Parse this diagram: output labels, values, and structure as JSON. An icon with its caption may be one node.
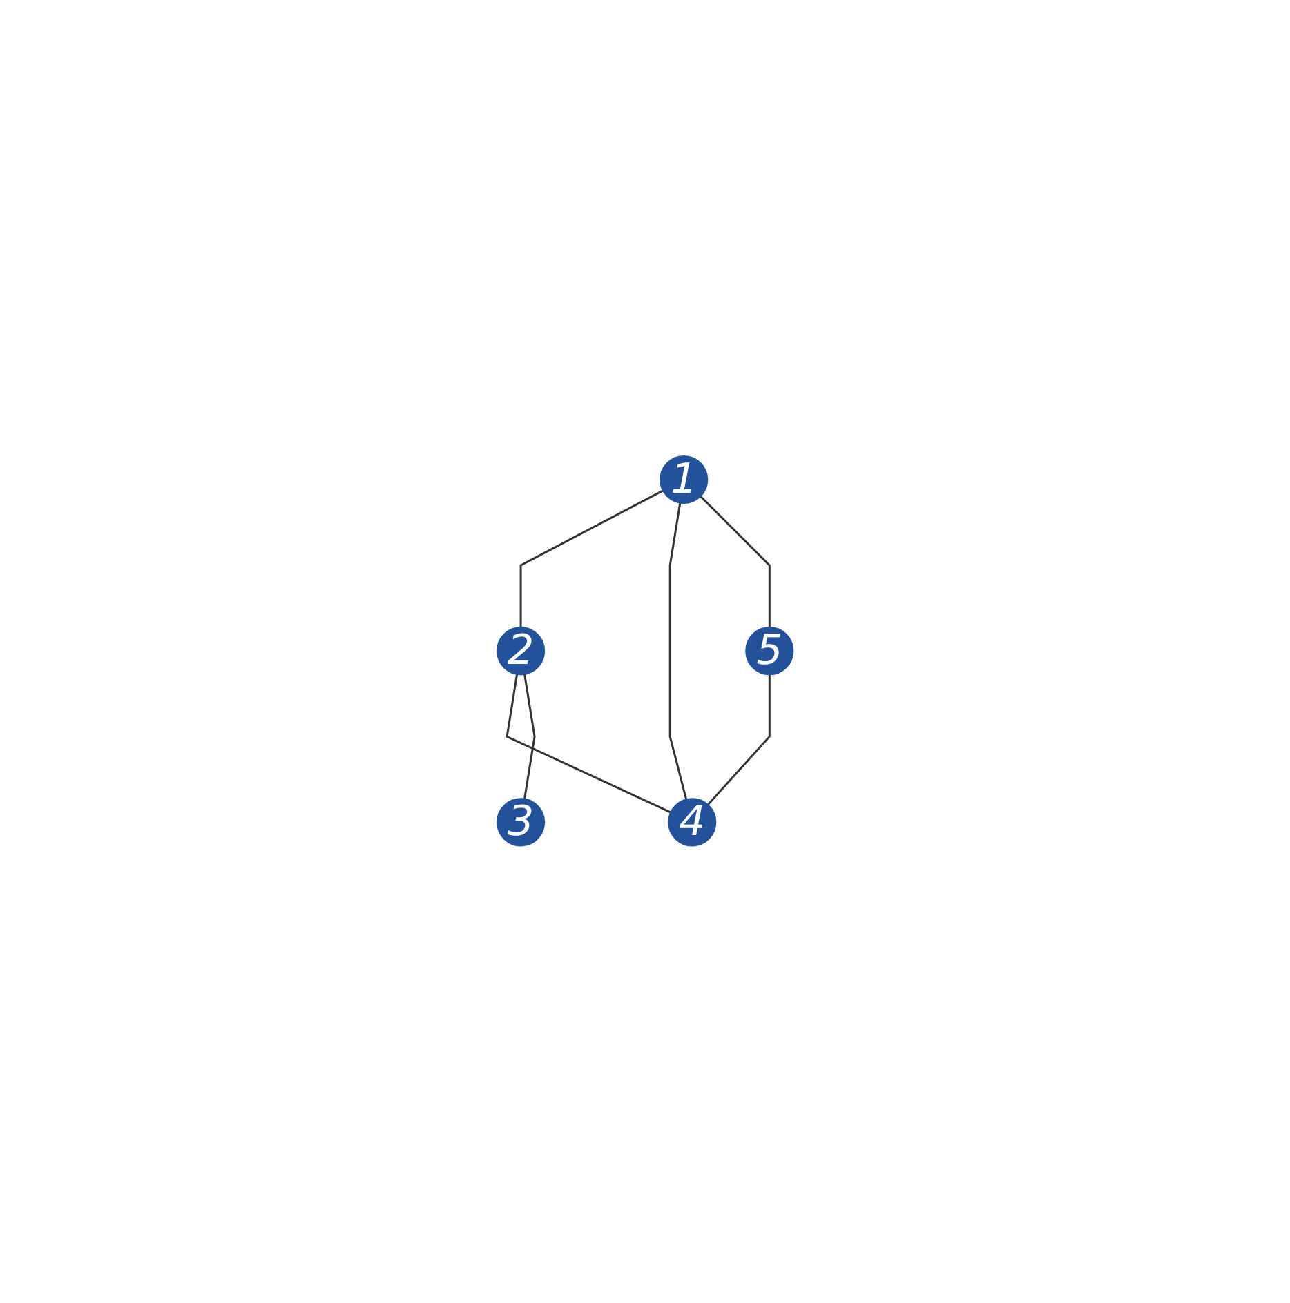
{
  "diagram": {
    "nodes": [
      {
        "text": [
          "2"
        ]
      },
      {
        "text": [
          "1"
        ]
      },
      {
        "text": [
          "4"
        ]
      },
      {
        "text": [
          "5"
        ]
      },
      {
        "text": [
          "3"
        ]
      }
    ],
    "edges": [
      {
        "from": 1,
        "to": 0,
        "arrow": "none"
      },
      {
        "from": 0,
        "to": 2,
        "arrow": "none"
      },
      {
        "from": 0,
        "to": 4,
        "arrow": "none"
      },
      {
        "from": 1,
        "to": 2,
        "arrow": "none"
      },
      {
        "from": 1,
        "to": 3,
        "arrow": "none"
      },
      {
        "from": 3,
        "to": 2,
        "arrow": "none"
      }
    ]
  }
}
